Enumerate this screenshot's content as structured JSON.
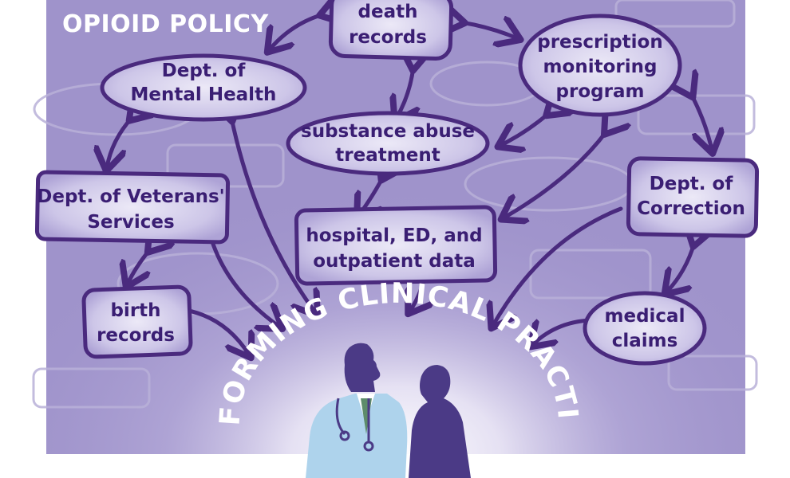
{
  "title": "OPIOID POLICY",
  "arc_label": "INFORMING CLINICAL PRACTICE",
  "colors": {
    "background_purple": "#9f93cb",
    "node_outline": "#4a2a7e",
    "node_text": "#3a1e73",
    "glow": "#ffffff",
    "doctor_coat": "#aed3ec",
    "silhouette": "#4b3a86"
  },
  "nodes": {
    "death_records": [
      "death",
      "records"
    ],
    "prescription_monitoring": [
      "prescription",
      "monitoring",
      "program"
    ],
    "mental_health": [
      "Dept. of",
      "Mental Health"
    ],
    "substance_abuse": [
      "substance abuse",
      "treatment"
    ],
    "veterans": [
      "Dept. of Veterans'",
      "Services"
    ],
    "correction": [
      "Dept. of",
      "Correction"
    ],
    "hospital": [
      "hospital, ED, and",
      "outpatient data"
    ],
    "birth_records": [
      "birth",
      "records"
    ],
    "medical_claims": [
      "medical",
      "claims"
    ]
  },
  "icons": [
    "doctor-silhouette-icon",
    "woman-silhouette-icon",
    "stethoscope-icon"
  ]
}
